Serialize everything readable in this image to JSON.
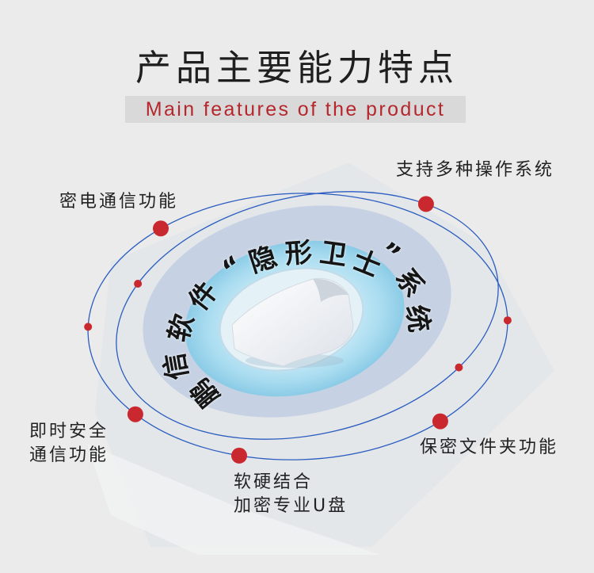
{
  "title": "产品主要能力特点",
  "subtitle": "Main features of the product",
  "features": [
    {
      "lines": [
        "支持多种操作系统"
      ]
    },
    {
      "lines": [
        "密电通信功能"
      ]
    },
    {
      "lines": [
        "即时安全",
        "通信功能"
      ]
    },
    {
      "lines": [
        "软硬结合",
        "加密专业U盘"
      ]
    },
    {
      "lines": [
        "保密文件夹功能"
      ]
    }
  ],
  "center": {
    "arc_text": "鹏信软件“隐形卫士”系统",
    "icon": "shield-icon"
  },
  "colors": {
    "bg": "#ebebeb",
    "title": "#1f1f1f",
    "sub": "#b5272d",
    "band": "#d9d9d9",
    "orbit": "#2b5cbf",
    "dot": "#c9282e",
    "disc": "#c6d2e3",
    "label": "#222222"
  }
}
